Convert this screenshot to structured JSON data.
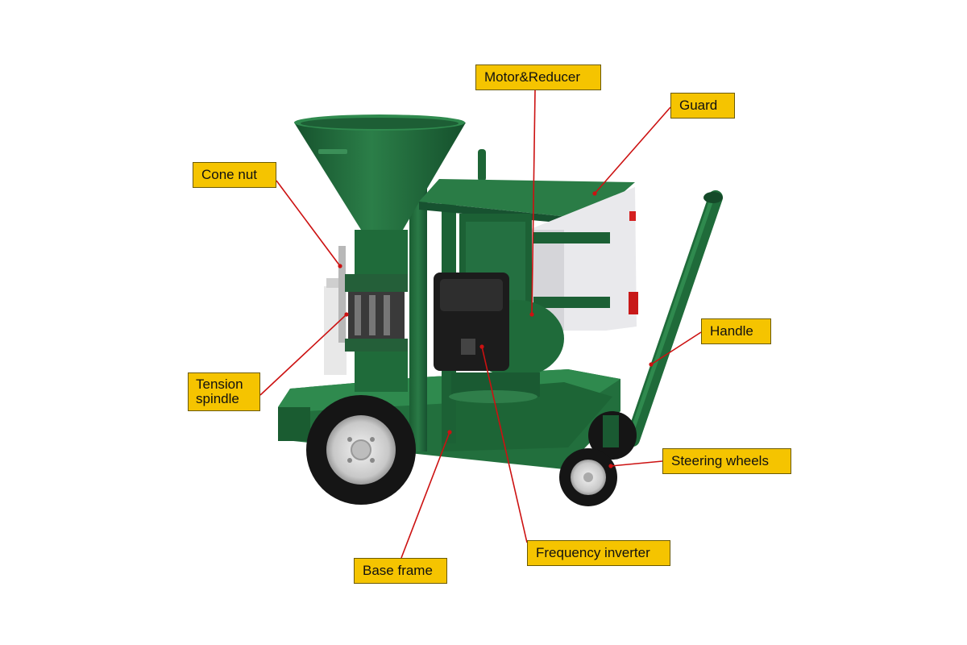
{
  "labels": {
    "motor_reducer": "Motor&Reducer",
    "guard": "Guard",
    "cone_nut": "Cone nut",
    "tension_spindle": "Tension spindle",
    "handle": "Handle",
    "steering_wheels": "Steering wheels",
    "frequency_inverter": "Frequency inverter",
    "base_frame": "Base frame"
  },
  "colors": {
    "label_fill": "#f5c400",
    "leader_line": "#cc1111",
    "machine_green": "#1f6b3a",
    "motor_black": "#1c1c1c",
    "guard_panel": "#e9e9ec"
  }
}
